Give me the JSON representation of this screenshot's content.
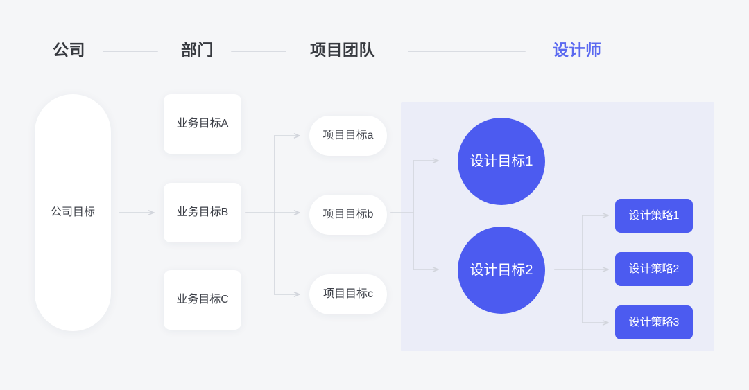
{
  "page": {
    "background_color": "#f5f6f8",
    "accent_color": "#4c5bf0",
    "connector_color": "#d5d8de",
    "panel_color": "#ebedf8"
  },
  "header": {
    "items": [
      {
        "label": "公司",
        "accent": false
      },
      {
        "label": "部门",
        "accent": false
      },
      {
        "label": "项目团队",
        "accent": false
      },
      {
        "label": "设计师",
        "accent": true
      }
    ]
  },
  "company": {
    "label": "公司目标"
  },
  "departments": {
    "items": [
      {
        "label": "业务目标A"
      },
      {
        "label": "业务目标B"
      },
      {
        "label": "业务目标C"
      }
    ]
  },
  "projects": {
    "items": [
      {
        "label": "项目目标a"
      },
      {
        "label": "项目目标b"
      },
      {
        "label": "项目目标c"
      }
    ]
  },
  "design_goals": {
    "items": [
      {
        "label": "设计目标1"
      },
      {
        "label": "设计目标2"
      }
    ]
  },
  "design_strategies": {
    "items": [
      {
        "label": "设计策略1"
      },
      {
        "label": "设计策略2"
      },
      {
        "label": "设计策略3"
      }
    ]
  }
}
